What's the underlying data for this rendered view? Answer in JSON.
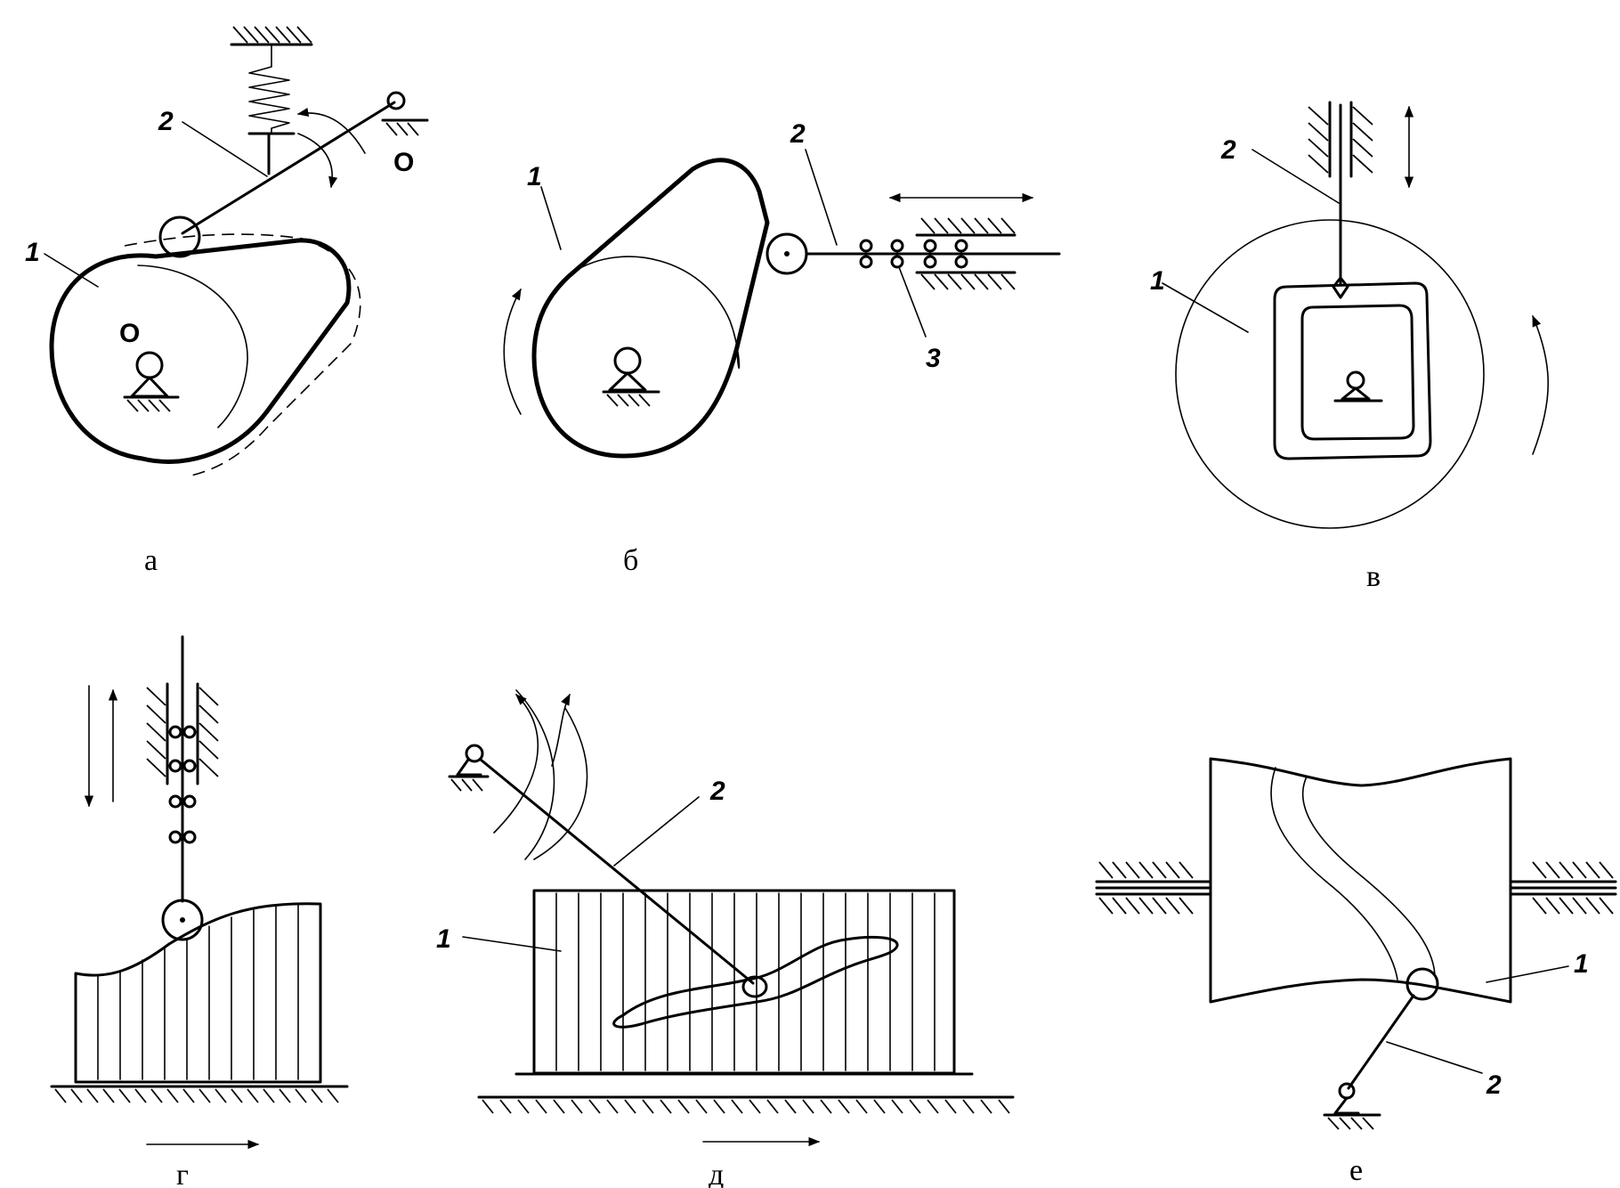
{
  "panels": {
    "a": {
      "caption": "а",
      "labels": {
        "cam": "1",
        "follower": "2",
        "pivot_fixed": "O",
        "cam_axis": "O"
      }
    },
    "b": {
      "caption": "б",
      "labels": {
        "cam": "1",
        "follower": "2",
        "guide_rollers": "3"
      }
    },
    "v": {
      "caption": "в",
      "labels": {
        "cam": "1",
        "follower": "2"
      }
    },
    "g": {
      "caption": "г"
    },
    "d": {
      "caption": "д",
      "labels": {
        "cam": "1",
        "follower": "2"
      }
    },
    "e": {
      "caption": "е",
      "labels": {
        "cam": "1",
        "follower": "2"
      }
    }
  },
  "icons": [
    "hatched-support-icon",
    "roller-icon",
    "spring-icon",
    "arrow-icon"
  ],
  "colors": {
    "ink": "#000000",
    "background": "#ffffff"
  }
}
